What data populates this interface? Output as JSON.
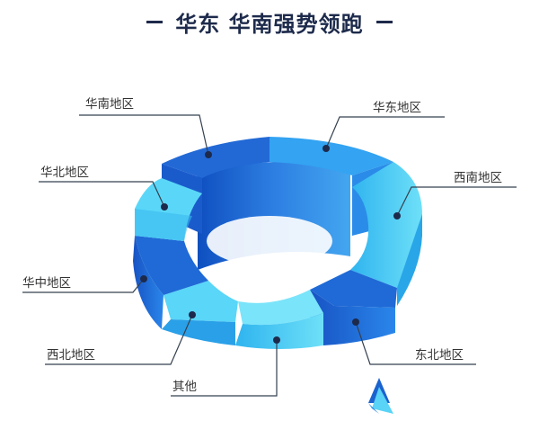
{
  "header": {
    "title": "华东 华南强势领跑"
  },
  "chart_data": {
    "type": "pie",
    "style": "3d-ring",
    "title": "华东 华南强势领跑",
    "categories": [
      "华南地区",
      "华东地区",
      "西南地区",
      "东北地区",
      "其他",
      "西北地区",
      "华中地区",
      "华北地区"
    ],
    "colors": {
      "dark_blue": "#1b63cf",
      "mid_blue": "#2b8bea",
      "light_cyan": "#59d3f6",
      "line": "#34404f"
    }
  }
}
